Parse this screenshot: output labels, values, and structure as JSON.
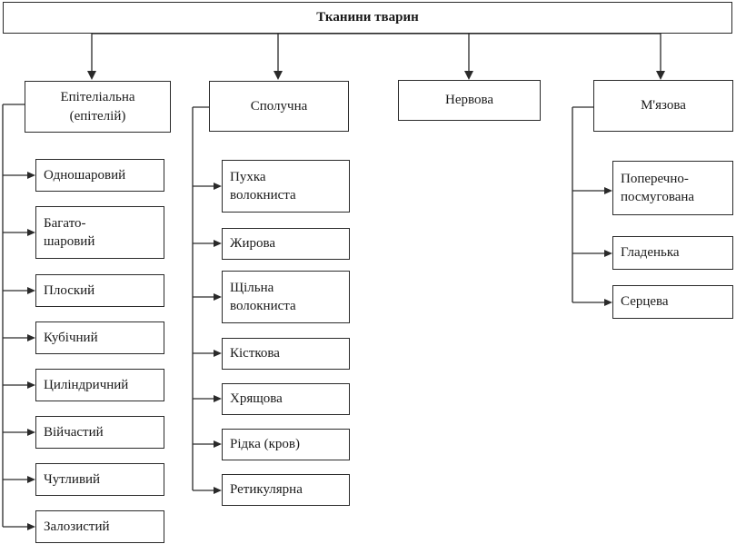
{
  "root": {
    "label": "Тканини тварин"
  },
  "groups": [
    {
      "label": "Епітеліальна\n(епітелій)",
      "children": [
        "Одношаровий",
        "Багато-\nшаровий",
        "Плоский",
        "Кубічний",
        "Циліндричний",
        "Війчастий",
        "Чутливий",
        "Залозистий"
      ]
    },
    {
      "label": "Сполучна",
      "children": [
        "Пухка\nволокниста",
        "Жирова",
        "Щільна\nволокниста",
        "Кісткова",
        "Хрящова",
        "Рідка (кров)",
        "Ретикулярна"
      ]
    },
    {
      "label": "Нервова",
      "children": []
    },
    {
      "label": "М'язова",
      "children": [
        "Поперечно-\nпосмугована",
        "Гладенька",
        "Серцева"
      ]
    }
  ]
}
